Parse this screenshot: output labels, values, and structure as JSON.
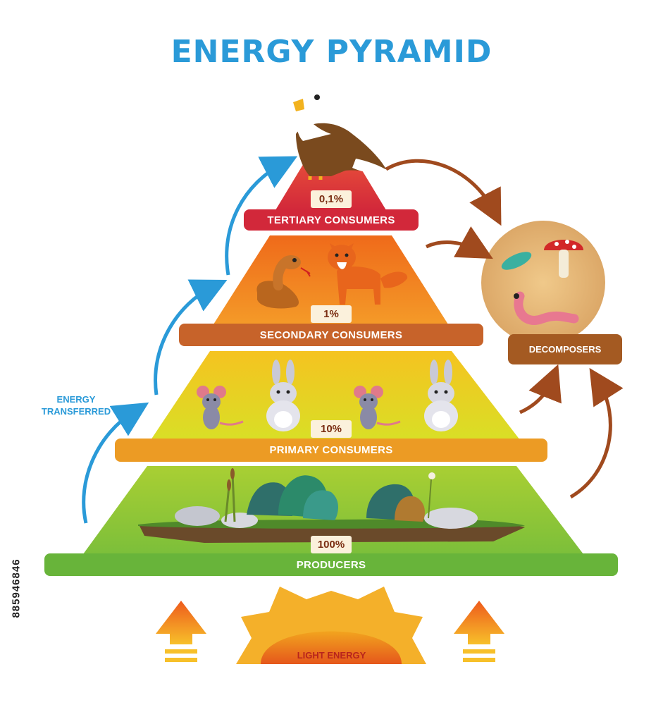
{
  "title": "ENERGY PYRAMID",
  "side_label": {
    "line1": "ENERGY",
    "line2": "TRANSFERRED"
  },
  "levels": [
    {
      "label": "TERTIARY CONSUMERS",
      "percent": "0,1%",
      "color": "#d2283a"
    },
    {
      "label": "SECONDARY CONSUMERS",
      "percent": "1%",
      "color": "#ef7a1e"
    },
    {
      "label": "PRIMARY CONSUMERS",
      "percent": "10%",
      "color": "#f2c21c"
    },
    {
      "label": "PRODUCERS",
      "percent": "100%",
      "color": "#7cbf3a"
    }
  ],
  "decomposers": {
    "label": "DECOMPOSERS",
    "color": "#a45a22"
  },
  "light": {
    "label": "LIGHT ENERGY"
  },
  "stock_id": "885946846",
  "colors": {
    "title": "#2a9ad8",
    "arrow_blue": "#2a9ad8",
    "arrow_brown": "#a04a1e"
  },
  "icons": [
    "eagle-icon",
    "snake-icon",
    "fox-icon",
    "mouse-icon",
    "rabbit-icon",
    "plants-icon",
    "mushroom-icon",
    "worm-icon",
    "bacteria-icon",
    "sun-icon",
    "up-arrow-icon"
  ]
}
